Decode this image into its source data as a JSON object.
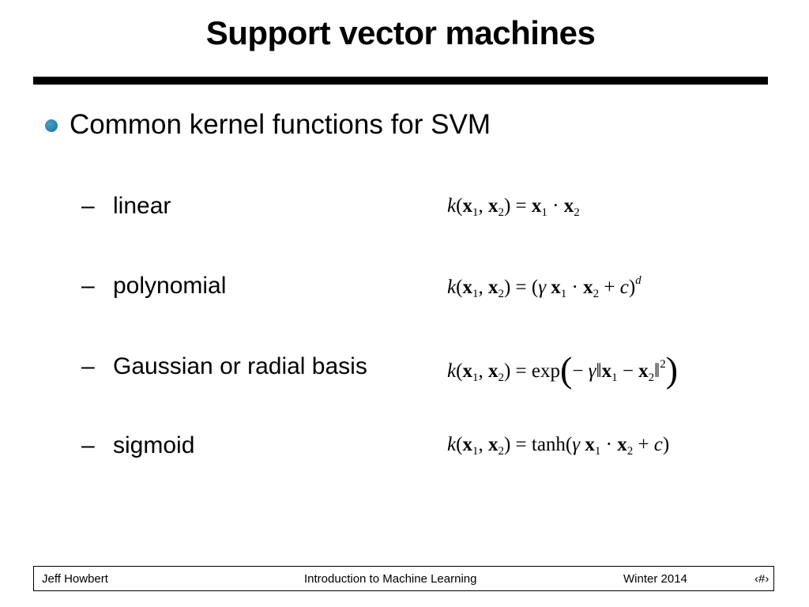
{
  "slide": {
    "title": "Support vector machines",
    "bullet": "Common kernel functions for SVM",
    "items": [
      {
        "dash": "–",
        "label": "linear"
      },
      {
        "dash": "–",
        "label": "polynomial"
      },
      {
        "dash": "–",
        "label": "Gaussian or radial basis"
      },
      {
        "dash": "–",
        "label": "sigmoid"
      }
    ],
    "formulas": {
      "k": "k",
      "x": "x",
      "gamma": "γ",
      "c": "c",
      "d": "d",
      "exp": "exp",
      "tanh": "tanh",
      "sub1": "1",
      "sub2": "2",
      "sq": "2"
    }
  },
  "footer": {
    "author": "Jeff Howbert",
    "course": "Introduction to Machine Learning",
    "term": "Winter 2014",
    "page": "‹#›"
  },
  "colors": {
    "bullet": "#2a82b3",
    "rule": "#000000"
  }
}
